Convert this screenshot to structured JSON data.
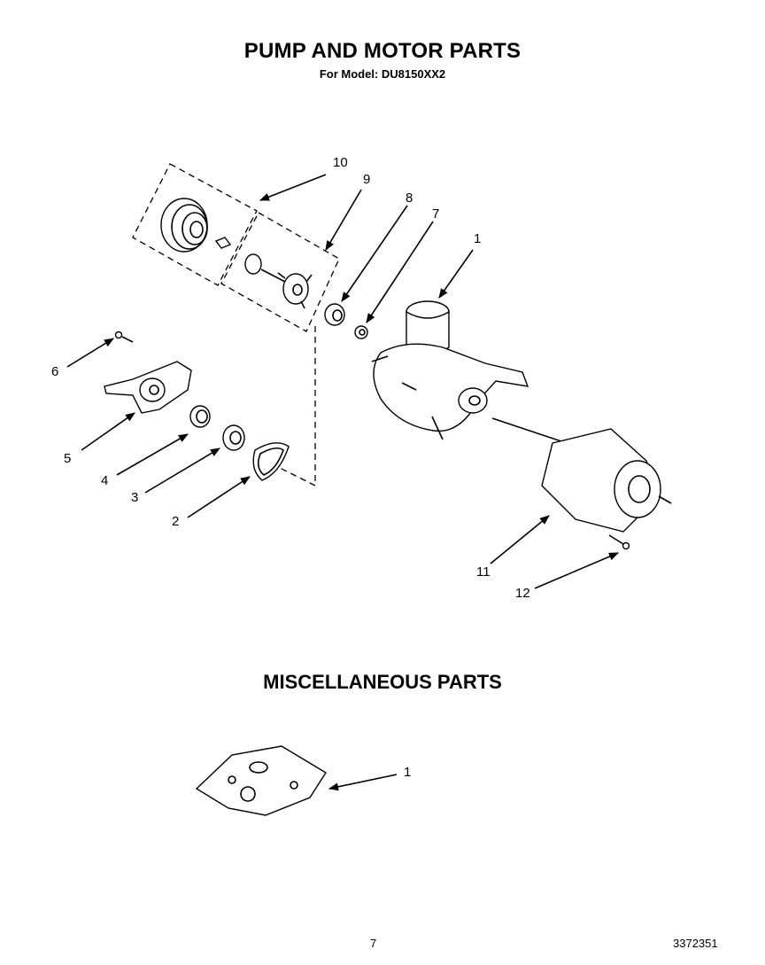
{
  "header": {
    "title": "PUMP AND MOTOR PARTS",
    "model_line": "For Model: DU8150XX2"
  },
  "misc": {
    "title": "MISCELLANEOUS PARTS"
  },
  "callouts": {
    "c1": "1",
    "c2": "2",
    "c3": "3",
    "c4": "4",
    "c5": "5",
    "c6": "6",
    "c7": "7",
    "c8": "8",
    "c9": "9",
    "c10": "10",
    "c11": "11",
    "c12": "12",
    "misc1": "1"
  },
  "footer": {
    "page": "7",
    "code": "3372351"
  }
}
